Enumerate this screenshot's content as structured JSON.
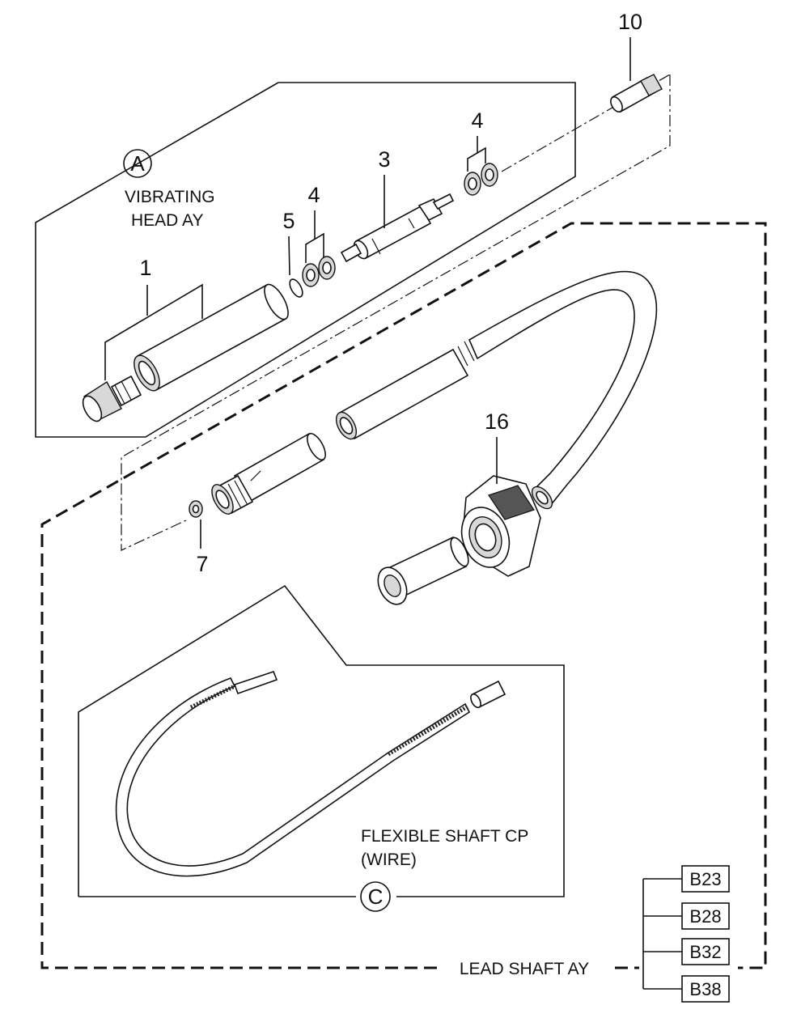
{
  "assemblies": {
    "vibrating_head": {
      "letter": "A",
      "name_line1": "VIBRATING",
      "name_line2": "HEAD AY"
    },
    "flexible_shaft": {
      "letter": "C",
      "name_line1": "FLEXIBLE SHAFT CP",
      "name_line2": "(WIRE)"
    },
    "lead_shaft": {
      "name": "LEAD SHAFT AY"
    }
  },
  "part_numbers": {
    "p1": "1",
    "p3": "3",
    "p4a": "4",
    "p4b": "4",
    "p5": "5",
    "p7": "7",
    "p10": "10",
    "p16": "16"
  },
  "variant_codes": [
    "B23",
    "B28",
    "B32",
    "B38"
  ]
}
